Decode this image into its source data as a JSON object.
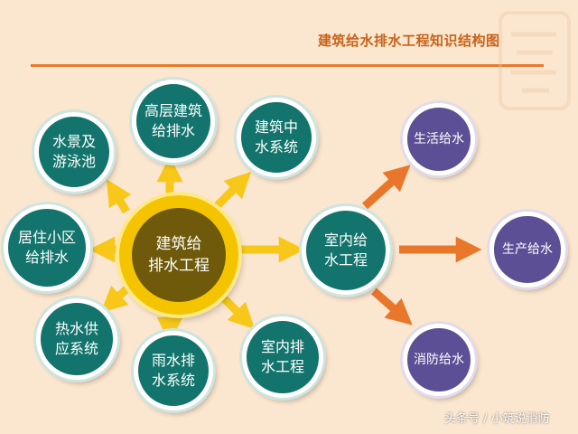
{
  "header": {
    "title": "建筑给水排水工程知识结构图"
  },
  "center": {
    "label": "建筑给\n排水工程"
  },
  "satellites": [
    {
      "key": "high-rise",
      "label": "高层建筑\n给排水"
    },
    {
      "key": "reclaimed-water",
      "label": "建筑中\n水系统"
    },
    {
      "key": "landscape-pool",
      "label": "水景及\n游泳池"
    },
    {
      "key": "residential",
      "label": "居住小区\n给排水"
    },
    {
      "key": "hot-water",
      "label": "热水供\n应系统"
    },
    {
      "key": "rainwater",
      "label": "雨水排\n水系统"
    },
    {
      "key": "indoor-drainage",
      "label": "室内排\n水工程"
    },
    {
      "key": "indoor-supply",
      "label": "室内给\n水工程"
    }
  ],
  "supply_types": [
    {
      "key": "domestic",
      "label": "生活给水"
    },
    {
      "key": "production",
      "label": "生产给水"
    },
    {
      "key": "fire",
      "label": "消防给水"
    }
  ],
  "footer": {
    "watermark": "头条号 / 小筑说消防"
  },
  "colors": {
    "background": "#fbe6cf",
    "accent_orange": "#e67a2e",
    "teal_node": "#12746c",
    "center_gold": "#f5c400",
    "center_fill": "#6e5a0a",
    "purple_node": "#5c4f95",
    "yellow_arrow": "#f7c81a"
  }
}
